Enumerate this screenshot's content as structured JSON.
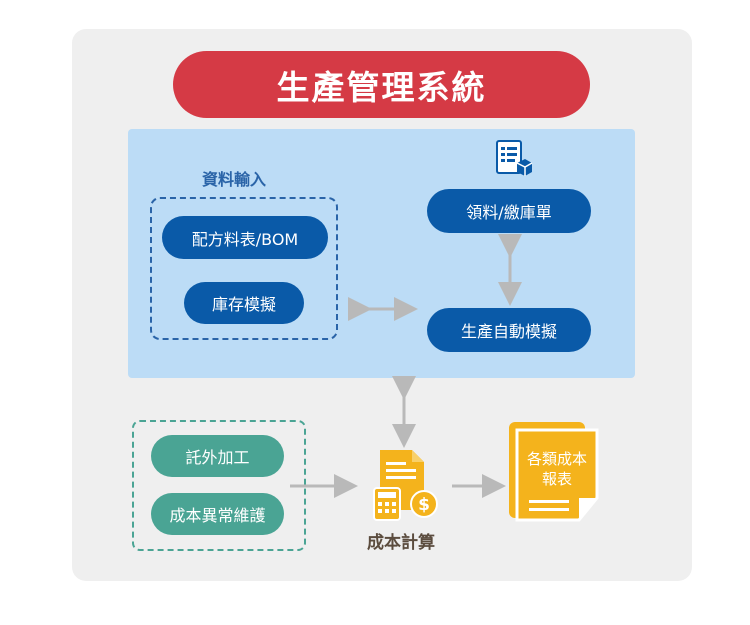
{
  "title": "生產管理系統",
  "data_input": {
    "label": "資料輸入",
    "items": [
      "配方料表/BOM",
      "庫存模擬"
    ]
  },
  "right_nodes": {
    "top": "領料/繳庫單",
    "bottom": "生產自動模擬"
  },
  "bottom_left": {
    "items": [
      "託外加工",
      "成本異常維護"
    ]
  },
  "cost_calc": "成本計算",
  "reports": {
    "line1": "各類成本",
    "line2": "報表"
  },
  "colors": {
    "title_red": "#d53a45",
    "panel_blue": "#bcdcf6",
    "node_blue": "#0a5aa8",
    "node_green": "#4aa494",
    "accent_yellow": "#f4b31c",
    "arrow_gray": "#b9b9b9"
  },
  "icons": [
    "document-list-icon",
    "calculator-coin-icon",
    "report-documents-icon"
  ]
}
